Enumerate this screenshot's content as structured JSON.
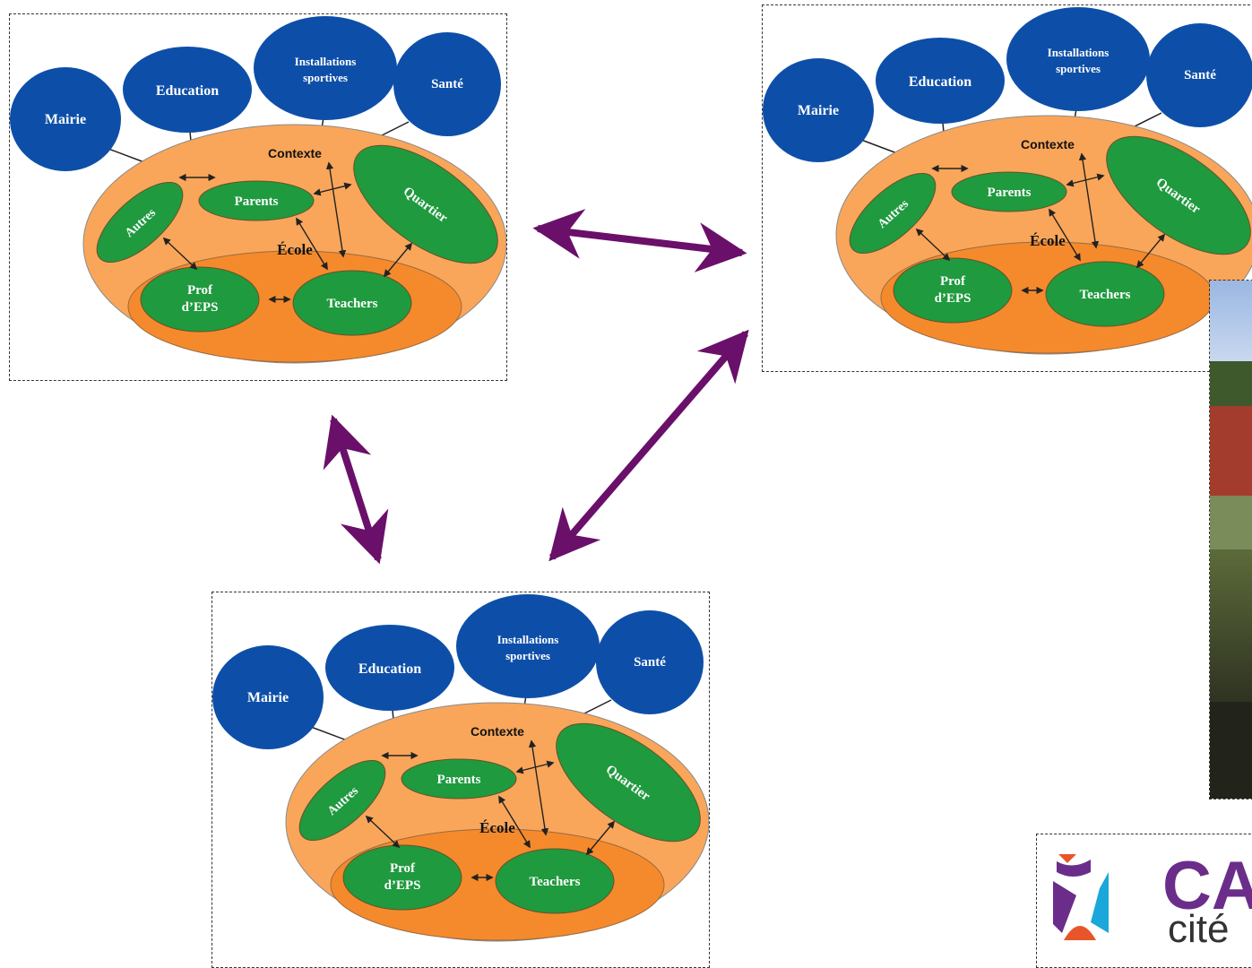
{
  "diagram": {
    "labels": {
      "mairie": "Mairie",
      "education": "Education",
      "installations_1": "Installations",
      "installations_2": "sportives",
      "sante": "Santé",
      "contexte": "Contexte",
      "autres": "Autres",
      "parents": "Parents",
      "quartier": "Quartier",
      "ecole": "École",
      "prof_1": "Prof",
      "prof_2": "d’EPS",
      "teachers": "Teachers"
    },
    "colors": {
      "institution": "#0d4fa8",
      "outer_context": "#f9a65a",
      "school": "#f58a2c",
      "actor": "#1f9a3e",
      "link_arrow": "#6a0f6a"
    }
  },
  "logo": {
    "text_main": "CA",
    "text_sub": "cité",
    "colors": [
      "#6b2d8a",
      "#1aa7d9",
      "#e8552b"
    ]
  }
}
